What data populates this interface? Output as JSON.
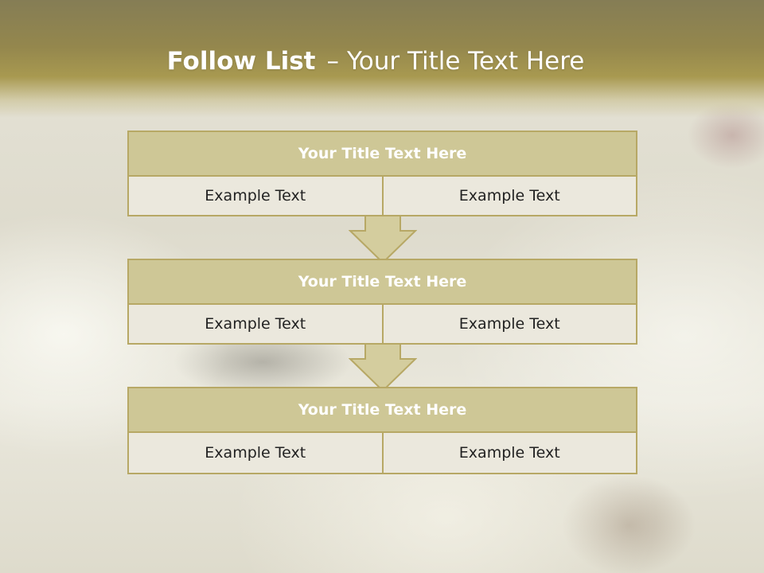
{
  "slide": {
    "title_bold": "Follow List",
    "title_separator": "–",
    "title_rest": "Your Title Text Here"
  },
  "blocks": [
    {
      "title": "Your Title Text Here",
      "left": "Example Text",
      "right": "Example Text"
    },
    {
      "title": "Your Title Text Here",
      "left": "Example Text",
      "right": "Example Text"
    },
    {
      "title": "Your Title Text Here",
      "left": "Example Text",
      "right": "Example Text"
    }
  ],
  "colors": {
    "header_band": "#94874d",
    "box_border": "#b7a865",
    "box_header": "#cec796",
    "box_cell": "#ebe8dd",
    "arrow_fill": "#d4cd9e"
  },
  "icons": [
    "down-arrow-icon",
    "down-arrow-icon"
  ]
}
